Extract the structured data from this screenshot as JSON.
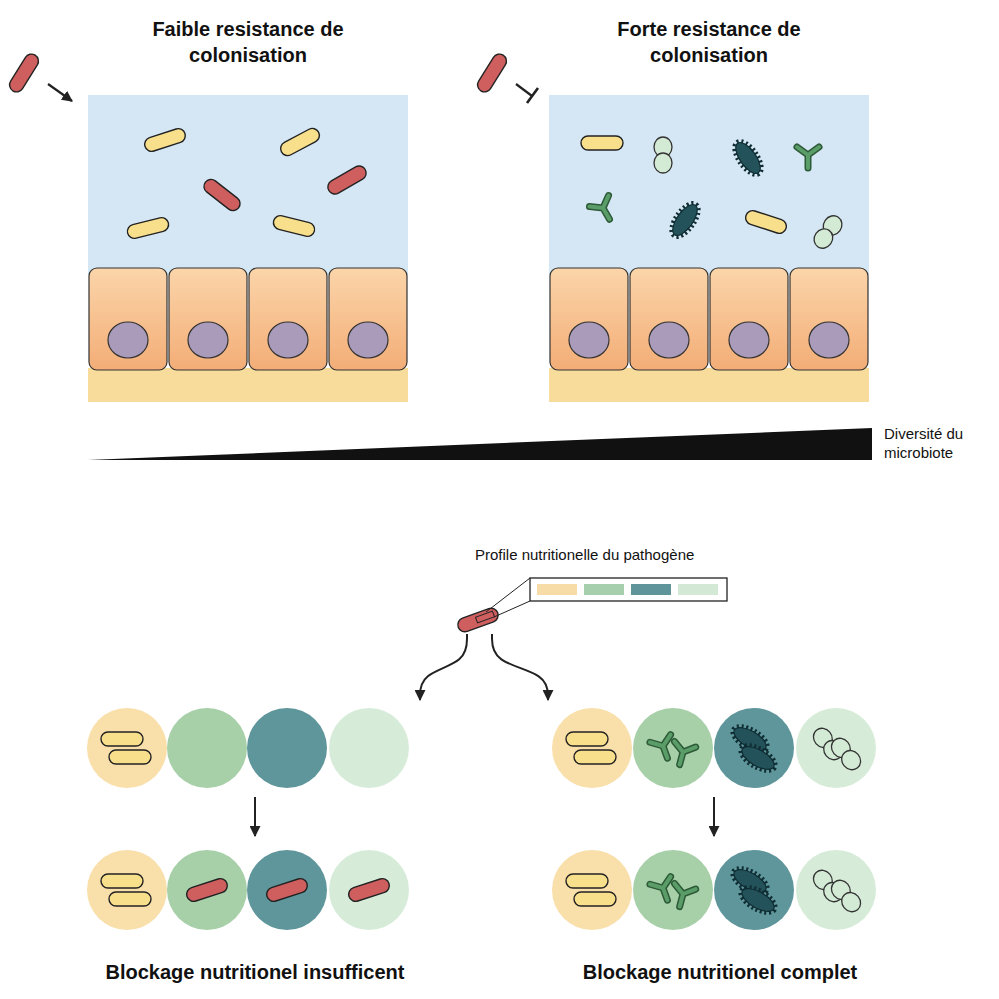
{
  "diagram": {
    "nodes": [
      {
        "text": [
          "Faible resistance de colonisation"
        ]
      },
      {
        "text": [
          "Forte resistance de colonisation"
        ]
      },
      {
        "text": [
          "Profile nutritionelle du pathogène"
        ]
      },
      {
        "text": [
          "Blockage nutritionel insufficent"
        ]
      },
      {
        "text": [
          "Blockage nutritionel complet"
        ]
      }
    ],
    "edges": [
      {
        "from": 2,
        "to": 3,
        "arrow": "to"
      },
      {
        "from": 2,
        "to": 4,
        "arrow": "to"
      }
    ],
    "labels": [
      "Diversité du microbiote"
    ]
  }
}
